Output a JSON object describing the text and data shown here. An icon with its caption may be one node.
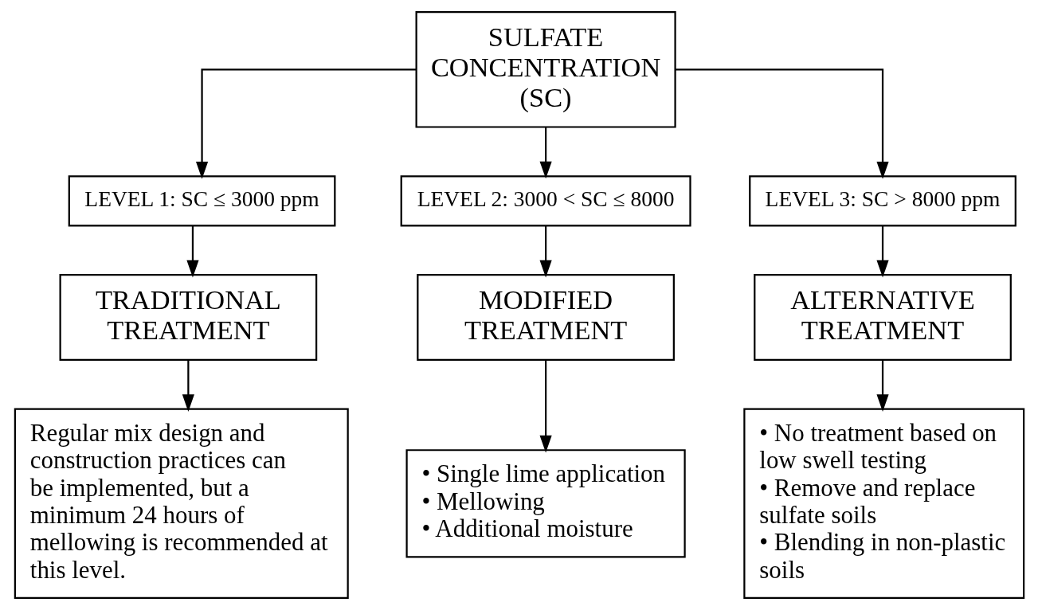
{
  "diagram": {
    "nodes": [
      {
        "text": [
          "SULFATE CONCENTRATION (SC)"
        ]
      },
      {
        "text": [
          "LEVEL 1: SC ≤ 3000 ppm"
        ]
      },
      {
        "text": [
          "LEVEL 2: 3000 < SC ≤ 8000"
        ]
      },
      {
        "text": [
          "LEVEL 3: SC > 8000 ppm"
        ]
      },
      {
        "text": [
          "TRADITIONAL TREATMENT"
        ]
      },
      {
        "text": [
          "MODIFIED TREATMENT"
        ]
      },
      {
        "text": [
          "ALTERNATIVE TREATMENT"
        ]
      },
      {
        "text": [
          "Regular mix design and construction practices can be implemented, but a minimum 24 hours of mellowing is recommended at this level."
        ]
      },
      {
        "text": [
          "• Single lime application",
          "• Mellowing",
          "• Additional moisture"
        ]
      },
      {
        "text": [
          "• No treatment based on low swell testing",
          "• Remove and replace sulfate soils",
          "• Blending in non-plastic soils"
        ]
      }
    ],
    "edges": [
      {
        "from": 0,
        "to": 1,
        "arrow": "to"
      },
      {
        "from": 0,
        "to": 2,
        "arrow": "to"
      },
      {
        "from": 0,
        "to": 3,
        "arrow": "to"
      },
      {
        "from": 1,
        "to": 4,
        "arrow": "to"
      },
      {
        "from": 2,
        "to": 5,
        "arrow": "to"
      },
      {
        "from": 3,
        "to": 6,
        "arrow": "to"
      },
      {
        "from": 4,
        "to": 7,
        "arrow": "to"
      },
      {
        "from": 5,
        "to": 8,
        "arrow": "to"
      },
      {
        "from": 6,
        "to": 9,
        "arrow": "to"
      }
    ]
  }
}
